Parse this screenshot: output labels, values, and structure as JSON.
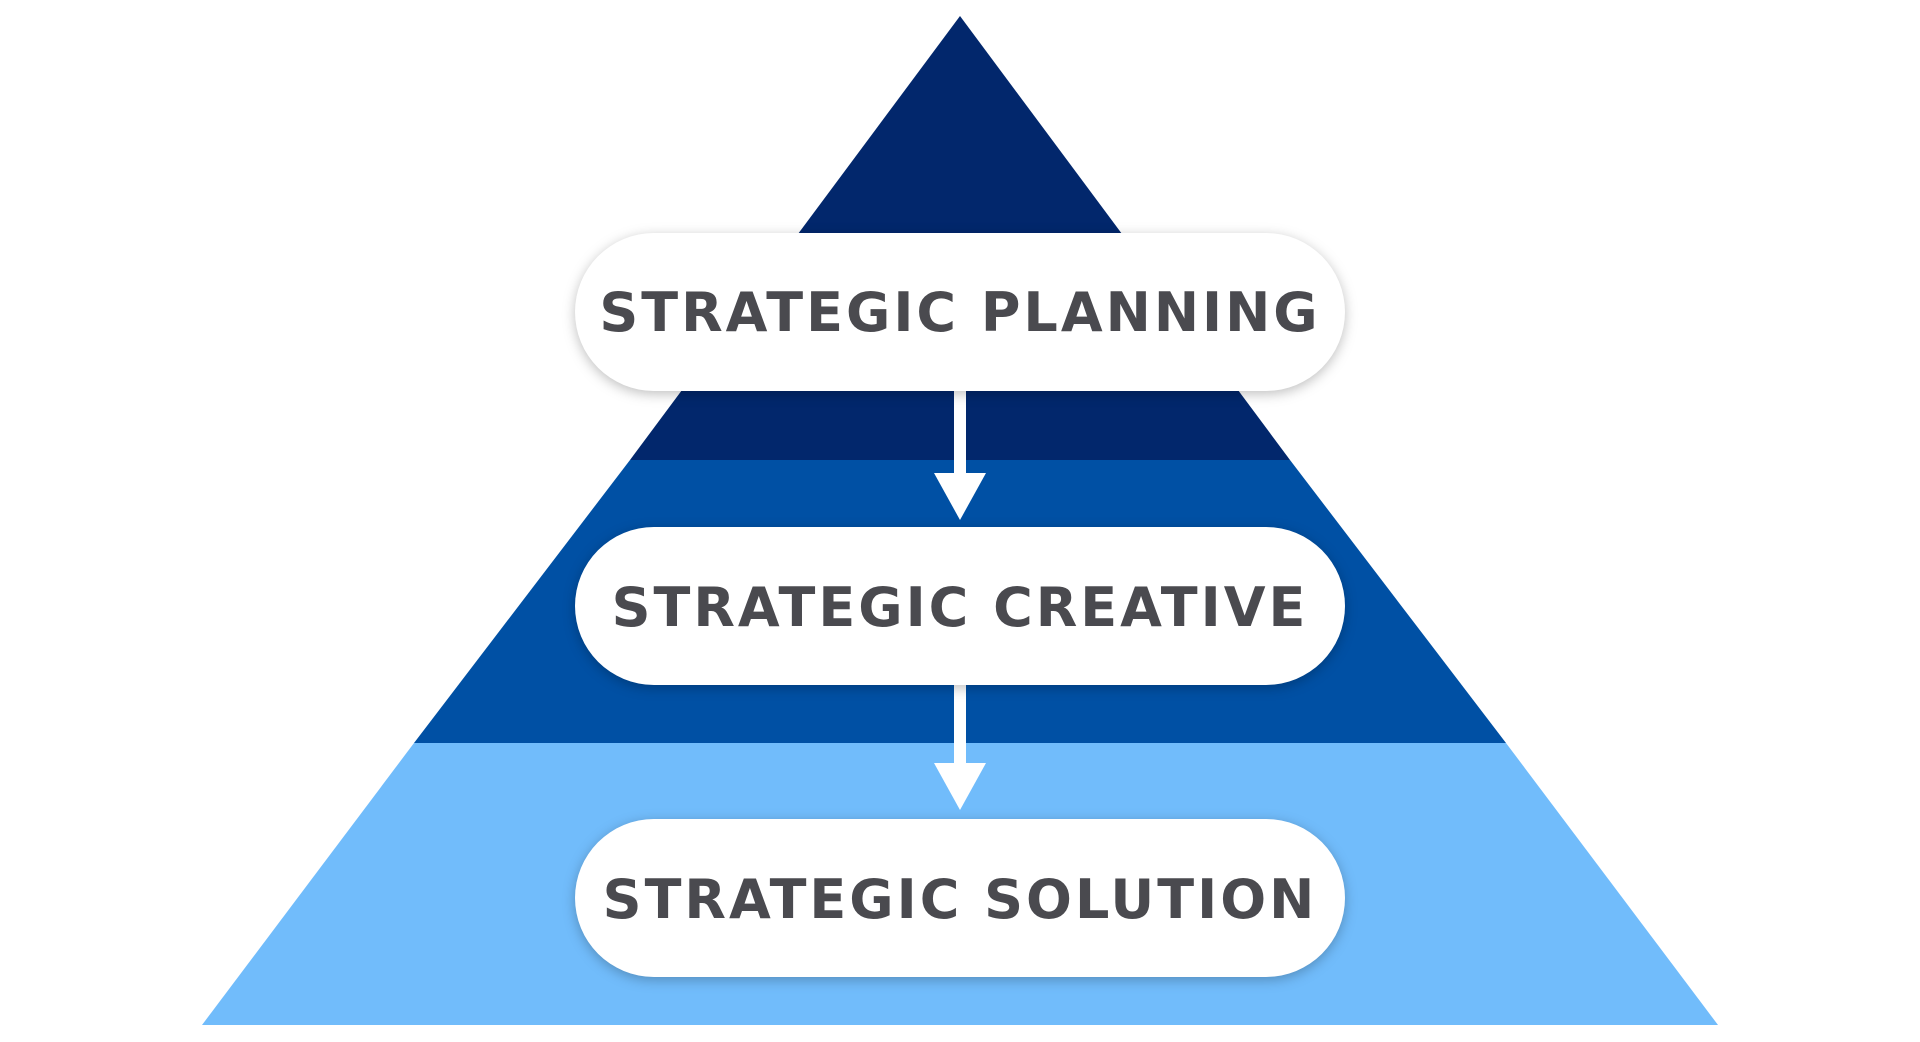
{
  "diagram": {
    "levels": [
      {
        "label": "STRATEGIC PLANNING",
        "color": "#02276c"
      },
      {
        "label": "STRATEGIC CREATIVE",
        "color": "#0050a4"
      },
      {
        "label": "STRATEGIC SOLUTION",
        "color": "#71bcfb"
      }
    ],
    "arrow_color": "#ffffff",
    "pill_fill": "#ffffff",
    "label_color": "#4a4a4f"
  }
}
